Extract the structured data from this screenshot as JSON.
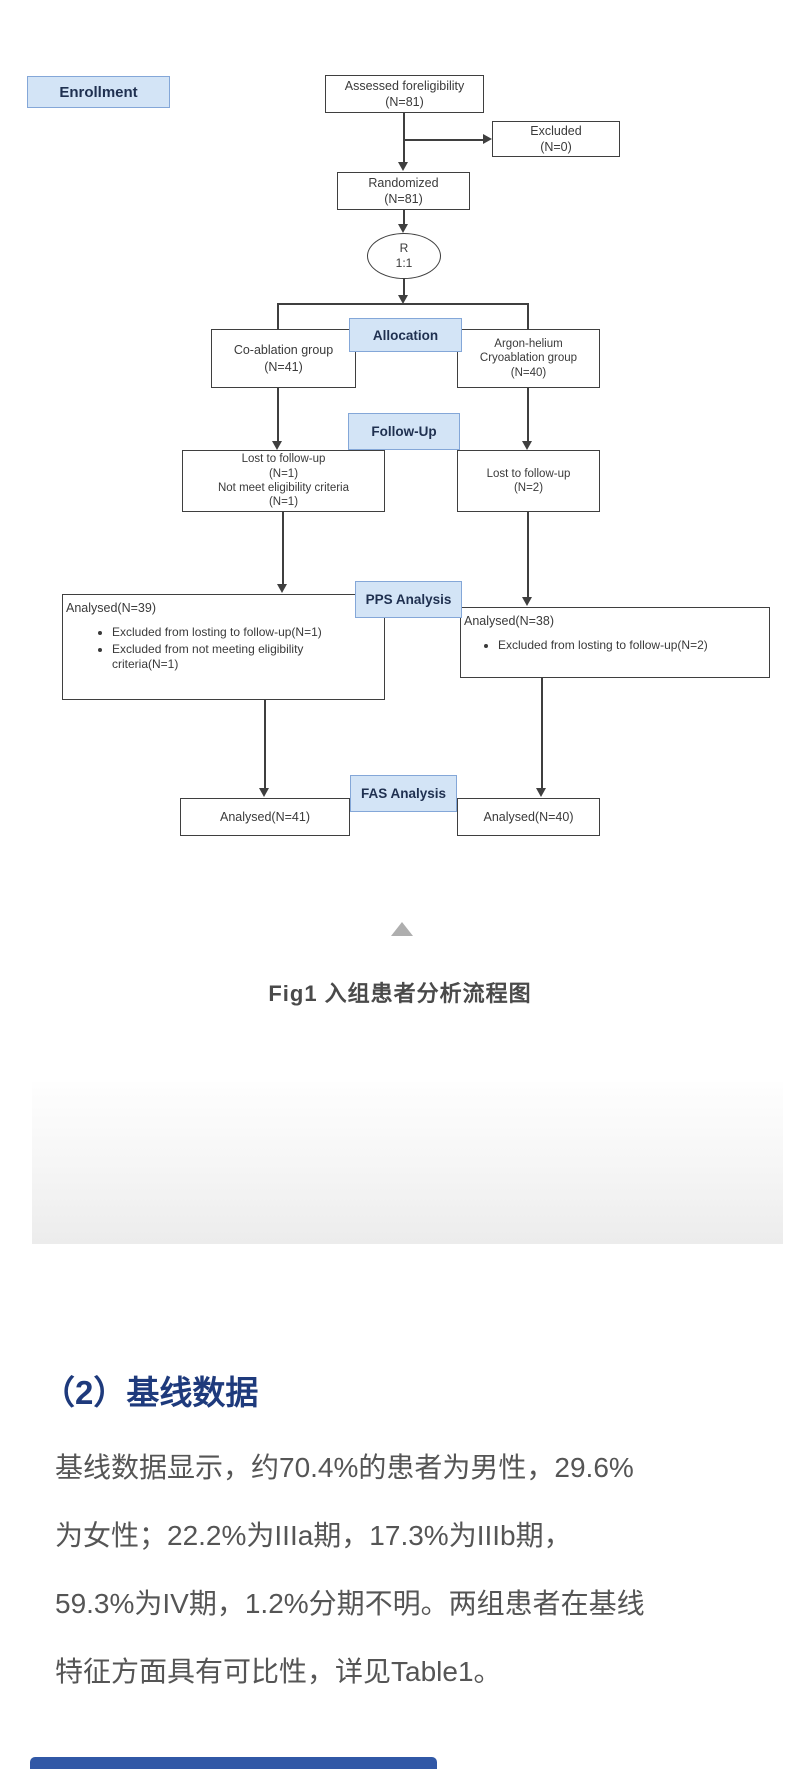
{
  "flowchart": {
    "stages": {
      "enrollment": "Enrollment",
      "allocation": "Allocation",
      "follow_up": "Follow-Up",
      "pps": "PPS Analysis",
      "fas": "FAS Analysis"
    },
    "nodes": {
      "assessed": {
        "lines": [
          "Assessed foreligibility",
          "(N=81)"
        ]
      },
      "excluded": {
        "lines": [
          "Excluded",
          "(N=0)"
        ]
      },
      "randomized": {
        "lines": [
          "Randomized",
          "(N=81)"
        ]
      },
      "ratio": {
        "lines": [
          "R",
          "1:1"
        ]
      },
      "group_left": {
        "lines": [
          "Co-ablation group",
          "(N=41)"
        ]
      },
      "group_right": {
        "lines": [
          "Argon-helium",
          "Cryoablation group",
          "(N=40)"
        ]
      },
      "lost_left": {
        "lines": [
          "Lost to follow-up",
          "(N=1)",
          "Not meet eligibility criteria",
          "(N=1)"
        ]
      },
      "lost_right": {
        "lines": [
          "Lost to follow-up",
          "(N=2)"
        ]
      },
      "pps_left": {
        "title": "Analysed(N=39)",
        "bullets": [
          "Excluded from losting to follow-up(N=1)",
          "Excluded from not meeting eligibility criteria(N=1)"
        ]
      },
      "pps_right": {
        "title": "Analysed(N=38)",
        "bullets": [
          "Excluded from losting to follow-up(N=2)"
        ]
      },
      "fas_left": {
        "label": "Analysed(N=41)"
      },
      "fas_right": {
        "label": "Analysed(N=40)"
      }
    },
    "caption": "Fig1 入组患者分析流程图"
  },
  "article": {
    "heading": "（2）基线数据",
    "paragraph_lines": [
      "基线数据显示，约70.4%的患者为男性，29.6%",
      "为女性；22.2%为IIIa期，17.3%为IIIb期，",
      "59.3%为IV期，1.2%分期不明。两组患者在基线",
      "特征方面具有可比性，详见Table1。"
    ]
  },
  "colors": {
    "stage_fill": "#d3e4f6",
    "stage_border": "#84a7d8",
    "stage_text": "#1f3050",
    "line_color": "#3f3f3f",
    "box_border": "#3f3f3f",
    "box_text": "#3a3a3a",
    "caption_text": "#4a4a4a",
    "heading_text": "#1e3a7c",
    "paragraph_text": "#555555",
    "bottom_bar": "#3158a6",
    "triangle": "#aeaeae"
  }
}
